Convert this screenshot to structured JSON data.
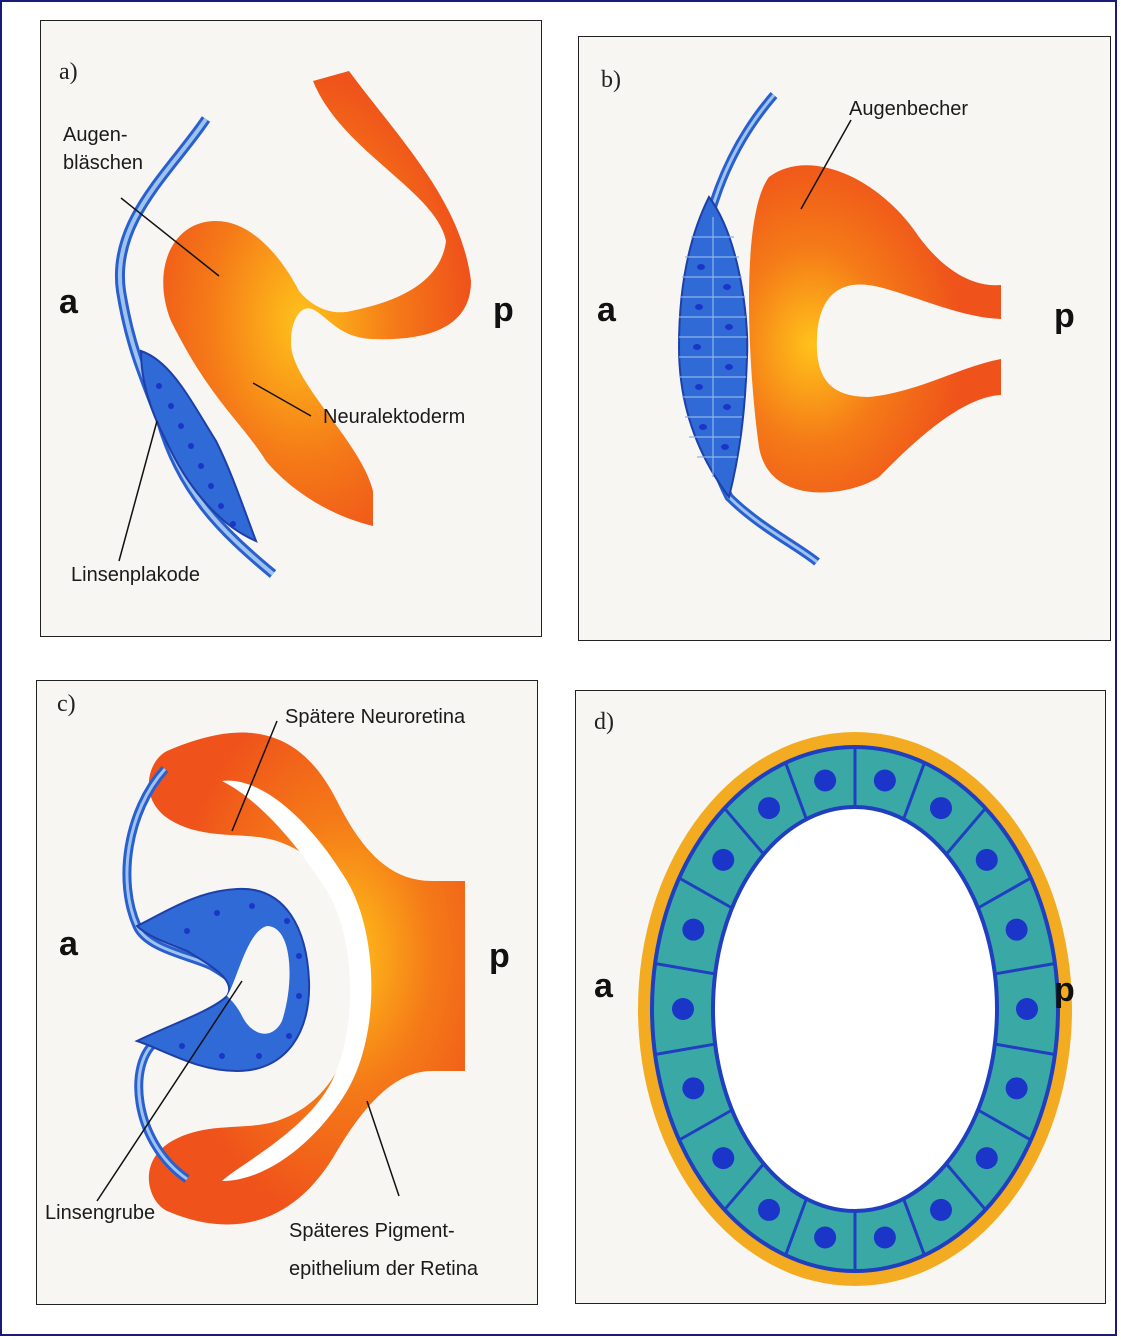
{
  "panels": {
    "a": {
      "panel_label": "a)",
      "label_anterior": "a",
      "label_posterior": "p",
      "callouts": {
        "augen": "Augen-",
        "blaeschen": "bläschen",
        "neuralektoderm": "Neuralektoderm",
        "linsenplakode": "Linsenplakode"
      }
    },
    "b": {
      "panel_label": "b)",
      "label_anterior": "a",
      "label_posterior": "p",
      "callouts": {
        "augenbecher": "Augenbecher"
      }
    },
    "c": {
      "panel_label": "c)",
      "label_anterior": "a",
      "label_posterior": "p",
      "callouts": {
        "neuroretina": "Spätere Neuroretina",
        "linsengrube": "Linsengrube",
        "pigment_line1": "Späteres Pigment-",
        "pigment_line2": "epithelium der Retina"
      }
    },
    "d": {
      "panel_label": "d)",
      "label_anterior": "a",
      "label_posterior": "p"
    }
  },
  "colors": {
    "neuralectoderm": "#f05a1a",
    "neuralectoderm_center": "#ffc21a",
    "epithelium_blue": "#2a5fd0",
    "epithelium_light": "#9ec4ee",
    "vesicle_cell": "#3aa9a6",
    "vesicle_outline": "#1f3fc0",
    "vesicle_ring": "#f3ac22",
    "nucleus": "#1a35c8"
  }
}
